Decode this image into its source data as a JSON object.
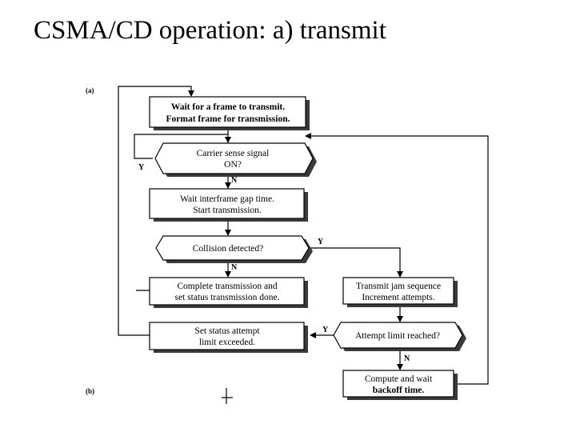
{
  "slide": {
    "title": "CSMA/CD operation: a) transmit"
  },
  "flowchart": {
    "panel_a": "(a)",
    "panel_b": "(b)",
    "nodes": {
      "wait_frame": {
        "line1": "Wait for a frame to transmit.",
        "line2": "Format frame for transmission."
      },
      "carrier": {
        "line1": "Carrier sense signal",
        "line2": "ON?"
      },
      "wait_gap": {
        "line1": "Wait interframe gap time.",
        "line2": "Start transmission."
      },
      "collision": {
        "line1": "Collision detected?"
      },
      "complete": {
        "line1": "Complete transmission and",
        "line2": "set status transmission done."
      },
      "jam": {
        "line1": "Transmit jam sequence",
        "line2": "Increment attempts."
      },
      "limit_reached": {
        "line1": "Attempt limit reached?"
      },
      "set_status": {
        "line1": "Set status attempt",
        "line2": "limit exceeded."
      },
      "backoff": {
        "line1": "Compute and wait",
        "line2": "backoff time."
      }
    },
    "edge_labels": {
      "carrier_yes": "Y",
      "carrier_no": "N",
      "collision_yes": "Y",
      "collision_no": "N",
      "limit_yes": "Y",
      "limit_no": "N"
    }
  }
}
